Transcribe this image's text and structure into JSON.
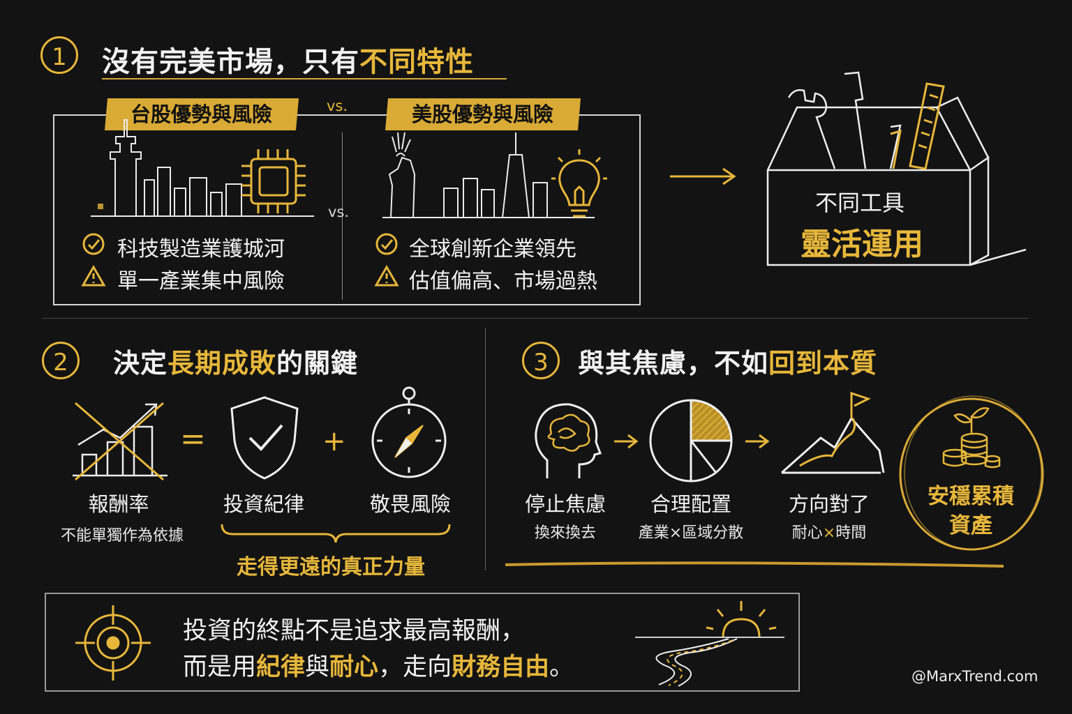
{
  "section1": {
    "number": "1",
    "title_prefix": "沒有完美市場，只有",
    "title_highlight": "不同特性",
    "left": {
      "banner": "台股優勢與風險",
      "pros": "科技製造業護城河",
      "cons": "單一產業集中風險"
    },
    "right": {
      "banner": "美股優勢與風險",
      "pros": "全球創新企業領先",
      "cons": "估值偏高、市場過熱"
    },
    "vs_top": "vs.",
    "vs_mid": "vs.",
    "toolbox_line1": "不同工具",
    "toolbox_line2": "靈活運用"
  },
  "section2": {
    "number": "2",
    "title_prefix": "決定",
    "title_highlight": "長期成敗",
    "title_suffix": "的關鍵",
    "equals": "=",
    "plus": "+",
    "items": [
      {
        "label": "報酬率",
        "sub": "不能單獨作為依據"
      },
      {
        "label": "投資紀律"
      },
      {
        "label": "敬畏風險"
      }
    ],
    "bracket_text": "走得更遠的真正力量"
  },
  "section3": {
    "number": "3",
    "title_prefix": "與其焦慮，不如",
    "title_highlight": "回到本質",
    "steps": [
      {
        "label": "停止焦慮",
        "sub": "換來換去"
      },
      {
        "label": "合理配置",
        "sub": "產業×區域分散"
      },
      {
        "label": "方向對了",
        "sub_a": "耐心",
        "sub_x": "×",
        "sub_b": "時間"
      }
    ],
    "result_line1": "安穩累積",
    "result_line2": "資產"
  },
  "footer": {
    "line1": "投資的終點不是追求最高報酬，",
    "line2_a": "而是用",
    "line2_b": "紀律",
    "line2_c": "與",
    "line2_d": "耐心",
    "line2_e": "，走向",
    "line2_f": "財務自由",
    "line2_g": "。",
    "watermark": "@MarxTrend.com"
  },
  "colors": {
    "accent": "#e7b73b",
    "background": "#131313",
    "chalk": "#f2f2f2"
  }
}
